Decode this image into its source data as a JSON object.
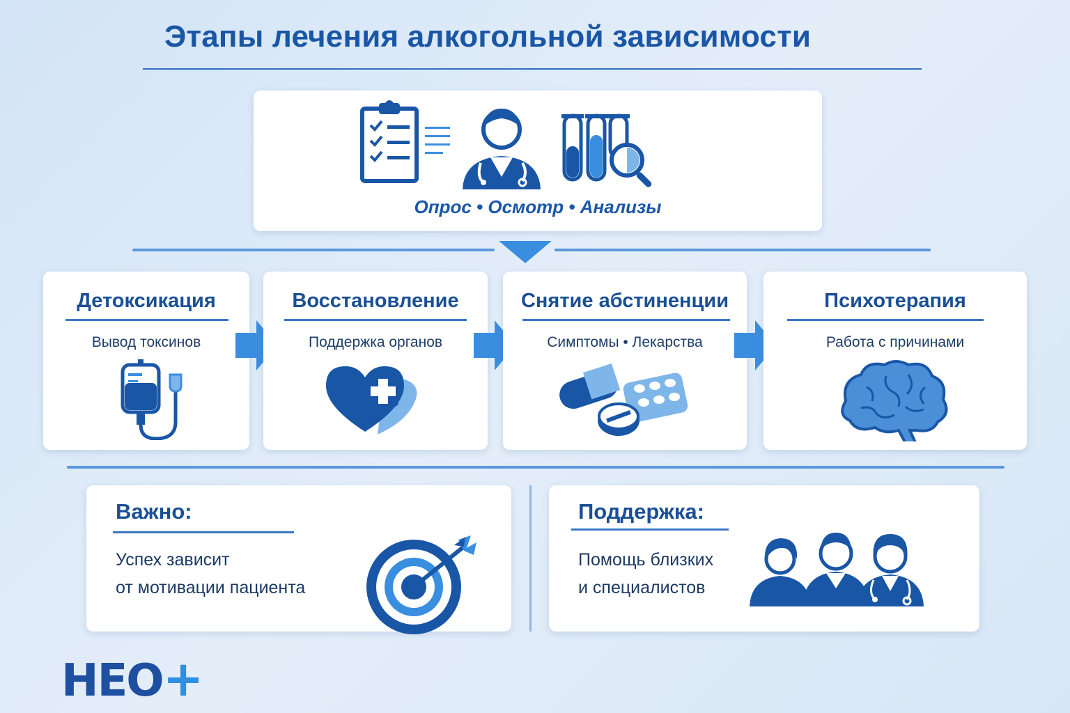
{
  "header": {
    "title": "Этапы лечения алкогольной зависимости"
  },
  "diagnostics": {
    "caption": "Опрос • Осмотр • Анализы",
    "icons": [
      "clipboard-checklist-icon",
      "doctor-icon",
      "test-tubes-magnifier-icon"
    ]
  },
  "stages": [
    {
      "title": "Детоксикация",
      "subtitle": "Вывод токсинов",
      "icon": "iv-drip-icon"
    },
    {
      "title": "Восстановление",
      "subtitle": "Поддержка органов",
      "icon": "heart-medical-cross-icon"
    },
    {
      "title": "Снятие абстиненции",
      "subtitle": "Симптомы • Лекарства",
      "icon": "pills-icon"
    },
    {
      "title": "Психотерапия",
      "subtitle": "Работа с причинами",
      "icon": "brain-icon"
    }
  ],
  "important": {
    "heading": "Важно:",
    "line1": "Успех зависит",
    "line2": "от мотивации пациента",
    "icon": "target-arrow-icon"
  },
  "support": {
    "heading": "Поддержка:",
    "line1": "Помощь близких",
    "line2": "и специалистов",
    "icon": "people-group-icon"
  },
  "logo": {
    "text": "НЕО",
    "plus": "+"
  },
  "colors": {
    "primary": "#1a56a6",
    "accent": "#3a8ee0",
    "light_accent": "#5b98dc",
    "card": "#ffffff",
    "background": "#dbe8f6"
  }
}
